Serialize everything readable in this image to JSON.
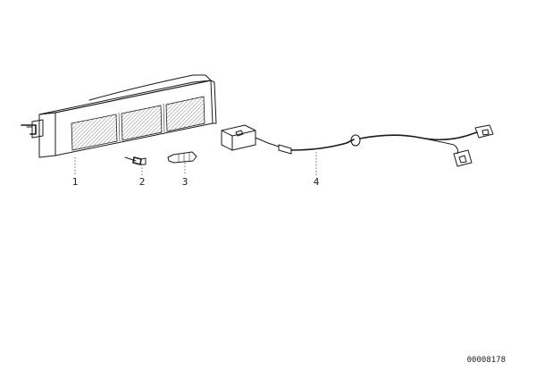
{
  "callouts": {
    "p1": "1",
    "p2": "2",
    "p3": "3",
    "p4": "4"
  },
  "doc_number": "00008178"
}
